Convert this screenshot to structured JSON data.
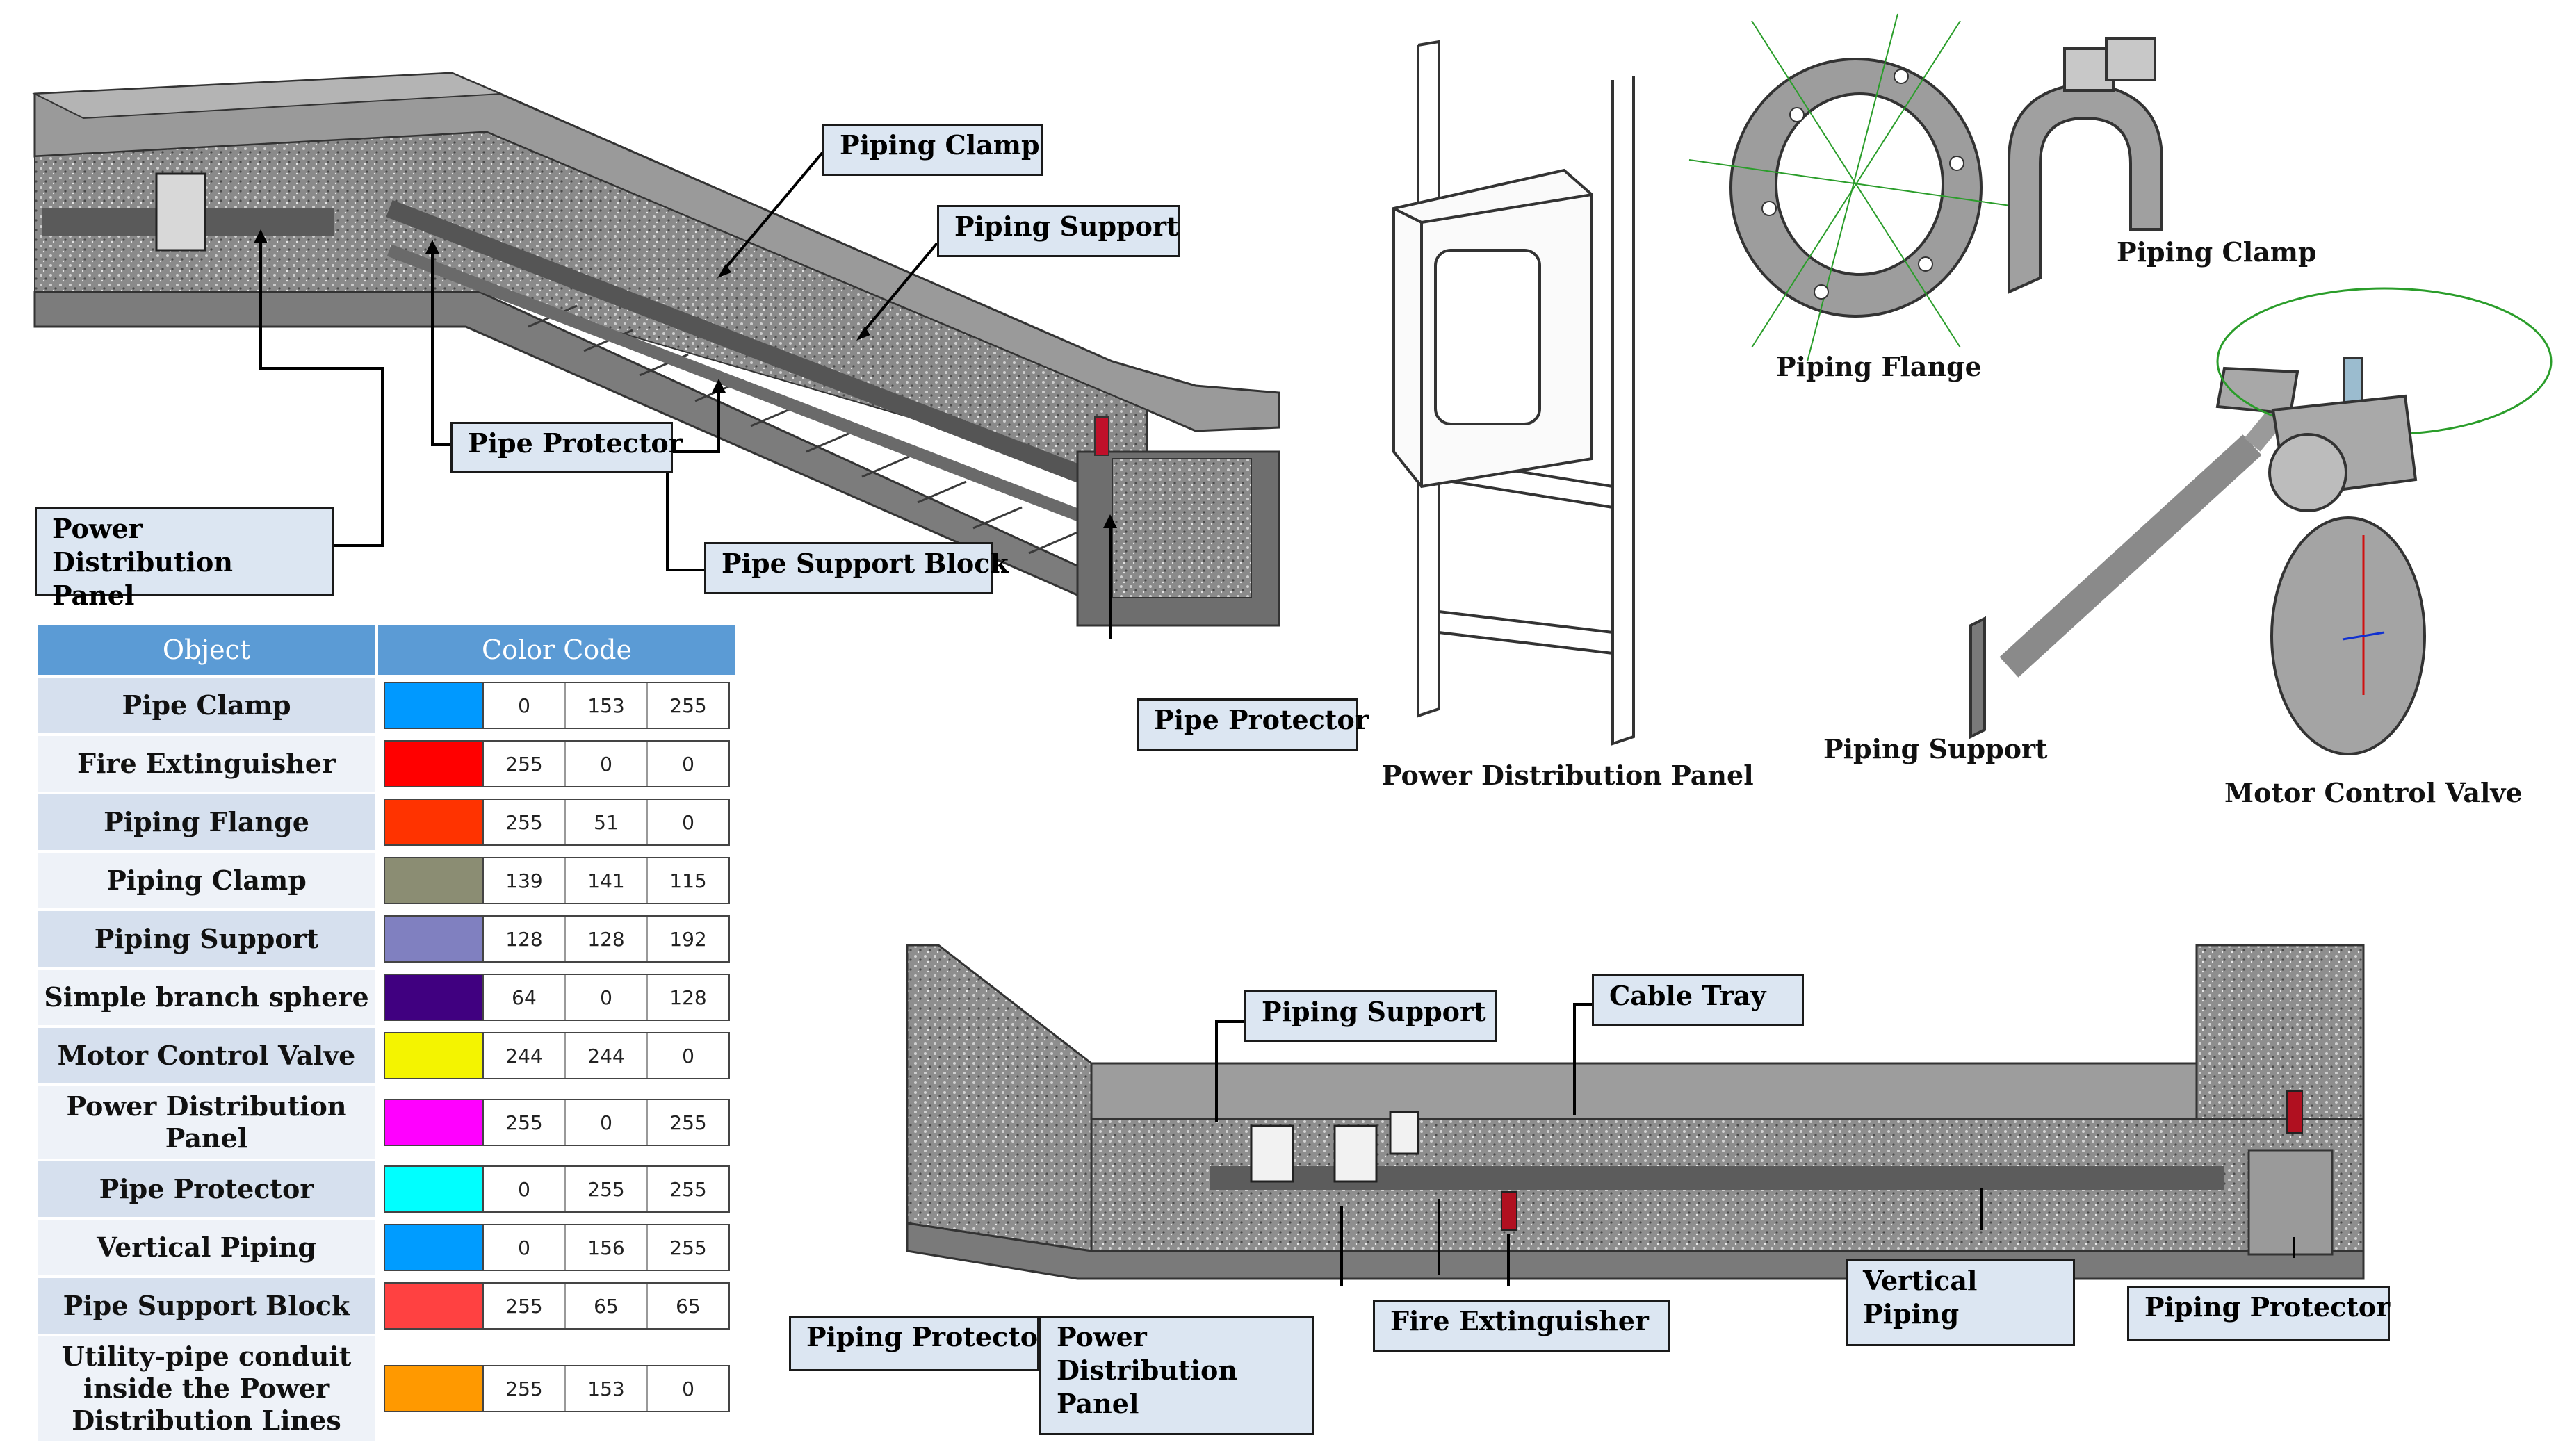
{
  "top_left_callouts": {
    "piping_clamp": "Piping Clamp",
    "piping_support": "Piping Support",
    "pipe_protector_1": "Pipe Protector",
    "power_distribution_panel": "Power  Distribution Panel",
    "pipe_support_block": "Pipe Support Block",
    "pipe_protector_2": "Pipe Protector"
  },
  "component_captions": {
    "power_distribution_panel": "Power Distribution Panel",
    "piping_flange": "Piping Flange",
    "piping_clamp": "Piping Clamp",
    "piping_support": "Piping Support",
    "motor_control_valve": "Motor Control Valve"
  },
  "bottom_callouts": {
    "piping_support": "Piping Support",
    "cable_tray": "Cable Tray",
    "piping_protector_left": "Piping Protector",
    "power_distribution_panel": "Power Distribution Panel",
    "fire_extinguisher": "Fire Extinguisher",
    "vertical_piping": "Vertical Piping",
    "piping_protector_right": "Piping Protector"
  },
  "legend": {
    "header_object": "Object",
    "header_color": "Color Code",
    "rows": [
      {
        "object": "Pipe Clamp",
        "color": "#0099ff",
        "r": "0",
        "g": "153",
        "b": "255"
      },
      {
        "object": "Fire Extinguisher",
        "color": "#ff0000",
        "r": "255",
        "g": "0",
        "b": "0"
      },
      {
        "object": "Piping Flange",
        "color": "#ff3300",
        "r": "255",
        "g": "51",
        "b": "0"
      },
      {
        "object": "Piping Clamp",
        "color": "#8b8d73",
        "r": "139",
        "g": "141",
        "b": "115"
      },
      {
        "object": "Piping Support",
        "color": "#8080c0",
        "r": "128",
        "g": "128",
        "b": "192"
      },
      {
        "object": "Simple branch sphere",
        "color": "#400080",
        "r": "64",
        "g": "0",
        "b": "128"
      },
      {
        "object": "Motor Control Valve",
        "color": "#f4f400",
        "r": "244",
        "g": "244",
        "b": "0"
      },
      {
        "object": "Power Distribution Panel",
        "color": "#ff00ff",
        "r": "255",
        "g": "0",
        "b": "255"
      },
      {
        "object": "Pipe Protector",
        "color": "#00ffff",
        "r": "0",
        "g": "255",
        "b": "255"
      },
      {
        "object": "Vertical Piping",
        "color": "#009cff",
        "r": "0",
        "g": "156",
        "b": "255"
      },
      {
        "object": "Pipe Support Block",
        "color": "#ff4141",
        "r": "255",
        "g": "65",
        "b": "65"
      },
      {
        "object": "Utility-pipe conduit inside the Power Distribution Lines",
        "color": "#ff9900",
        "r": "255",
        "g": "153",
        "b": "0"
      }
    ]
  }
}
